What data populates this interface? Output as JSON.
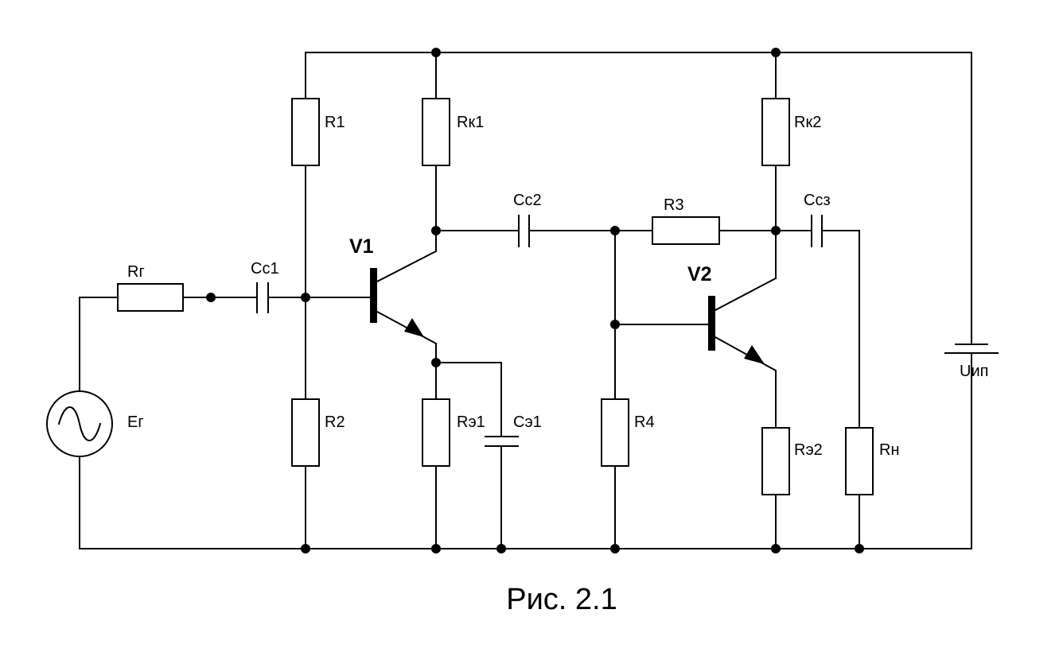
{
  "caption": "Рис. 2.1",
  "transistors": {
    "v1": "V1",
    "v2": "V2"
  },
  "resistors": {
    "rg": "Rг",
    "r1": "R1",
    "r2": "R2",
    "rk1": "Rк1",
    "re1": "Rэ1",
    "r3": "R3",
    "r4": "R4",
    "rk2": "Rк2",
    "re2": "Rэ2",
    "rn": "Rн"
  },
  "capacitors": {
    "cc1": "Cc1",
    "cc2": "Cc2",
    "ce1": "Cэ1",
    "cc3": "Cсз"
  },
  "sources": {
    "eg": "Eг",
    "uip": "Uип"
  }
}
